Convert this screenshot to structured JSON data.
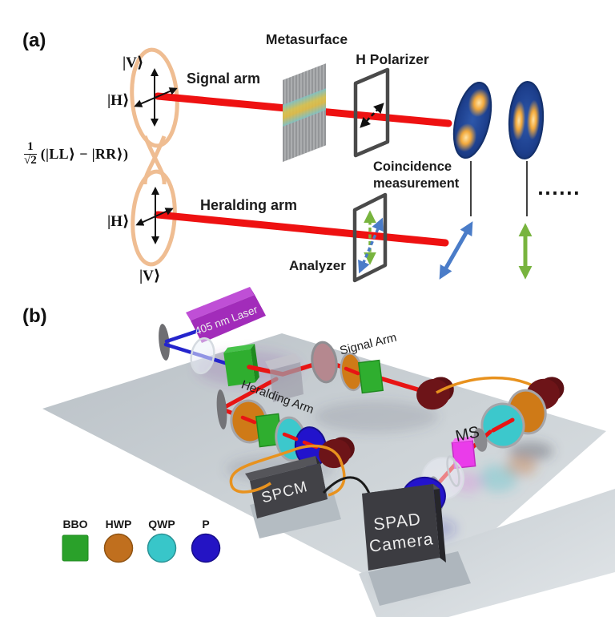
{
  "figure": {
    "panel_a_label": "(a)",
    "panel_b_label": "(b)"
  },
  "panel_a": {
    "state_numerator": "1",
    "state_denominator": "√2",
    "state_expression": "(|LL⟩ − |RR⟩)",
    "ket_signal_v": "|V⟩",
    "ket_signal_h": "|H⟩",
    "ket_herald_h": "|H⟩",
    "ket_herald_v": "|V⟩",
    "signal_arm_label": "Signal arm",
    "heralding_arm_label": "Heralding arm",
    "metasurface_label": "Metasurface",
    "h_polarizer_label": "H Polarizer",
    "coincidence_line1": "Coincidence",
    "coincidence_line2": "measurement",
    "analyzer_label": "Analyzer",
    "ellipsis": "......"
  },
  "panel_b": {
    "laser_label": "405 nm Laser",
    "signal_arm_label": "Signal Arm",
    "heralding_arm_label": "Heralding Arm",
    "ms_label": "MS",
    "spcm_label": "SPCM",
    "spad_label_line1": "SPAD",
    "spad_label_line2": "Camera",
    "legend": {
      "bbo": {
        "label": "BBO",
        "color": "#2aa12a"
      },
      "hwp": {
        "label": "HWP",
        "color": "#c06f1e"
      },
      "qwp": {
        "label": "QWP",
        "color": "#38c6c9"
      },
      "p": {
        "label": "P",
        "color": "#2414c4"
      }
    }
  },
  "colors": {
    "beam_red": "#ee1111",
    "beam_blue": "#2424cc",
    "fiber_orange": "#e08a1a",
    "entangled_loop": "#efbd92",
    "arrow_blue": "#4a7cc8",
    "arrow_green": "#78b43e",
    "laser_purple": "#a22cba",
    "ms_magenta": "#e83ee8",
    "table_gray": "#c6ccd1",
    "dark_box": "#3f3f44",
    "mode_blue": "#1d3f8d",
    "mode_orange": "#f2a93c"
  }
}
